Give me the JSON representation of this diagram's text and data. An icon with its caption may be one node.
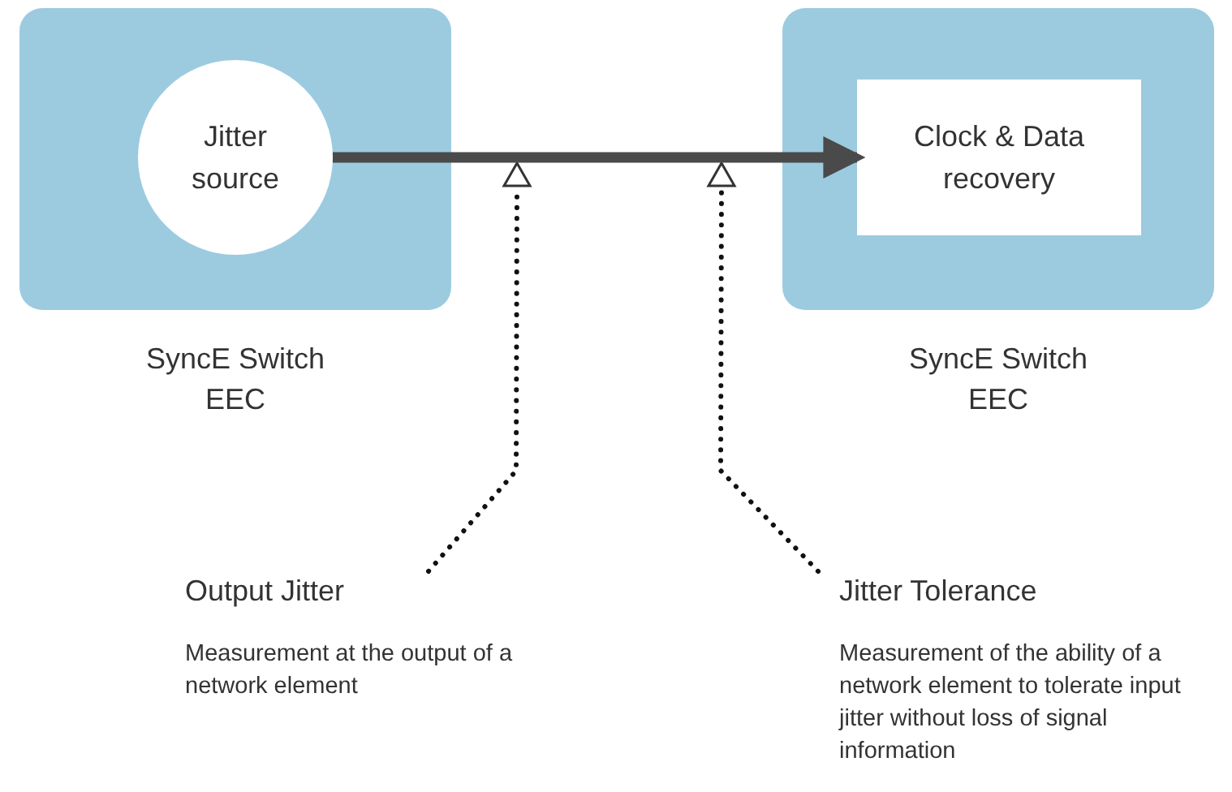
{
  "diagram": {
    "nodes": [
      {
        "text": [
          "SyncE Switch EEC"
        ]
      },
      {
        "text": [
          "Jitter source"
        ],
        "in": 0
      },
      {
        "text": [
          "SyncE Switch EEC"
        ]
      },
      {
        "text": [
          "Clock & Data recovery"
        ],
        "in": 2
      },
      {
        "text": [
          "Output Jitter",
          "Measurement at the output of a network element"
        ]
      },
      {
        "text": [
          "Jitter Tolerance",
          "Measurement of the ability of a network element to tolerate input jitter without loss of signal information"
        ]
      },
      {
        "text": [],
        "shape": "triangle"
      },
      {
        "text": [],
        "shape": "triangle"
      }
    ],
    "edges": [
      {
        "from": 1,
        "to": 3,
        "arrow": "to",
        "style": "thick",
        "color": "#4a4a4a"
      },
      {
        "from": 4,
        "to": 6,
        "arrow": "none",
        "style": "dashed"
      },
      {
        "from": 5,
        "to": 7,
        "arrow": "none",
        "style": "dashed"
      }
    ]
  }
}
